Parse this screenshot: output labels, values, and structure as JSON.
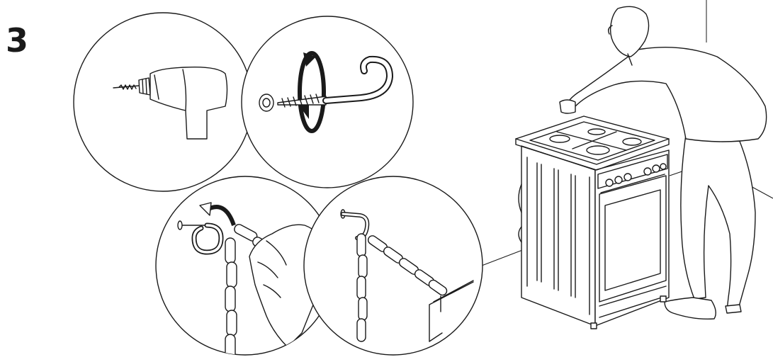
{
  "step": {
    "number": "3"
  },
  "colors": {
    "line": "#1a1a1a",
    "background": "#ffffff"
  },
  "panels": [
    {
      "id": "drill",
      "icon": "drill-icon"
    },
    {
      "id": "screw-hook",
      "icon": "screw-hook-icon"
    },
    {
      "id": "attach-chain",
      "icon": "chain-hook-icon"
    },
    {
      "id": "chain-to-bracket",
      "icon": "chain-bracket-icon"
    }
  ],
  "scene": {
    "icon": "cooker-installation-icon"
  }
}
